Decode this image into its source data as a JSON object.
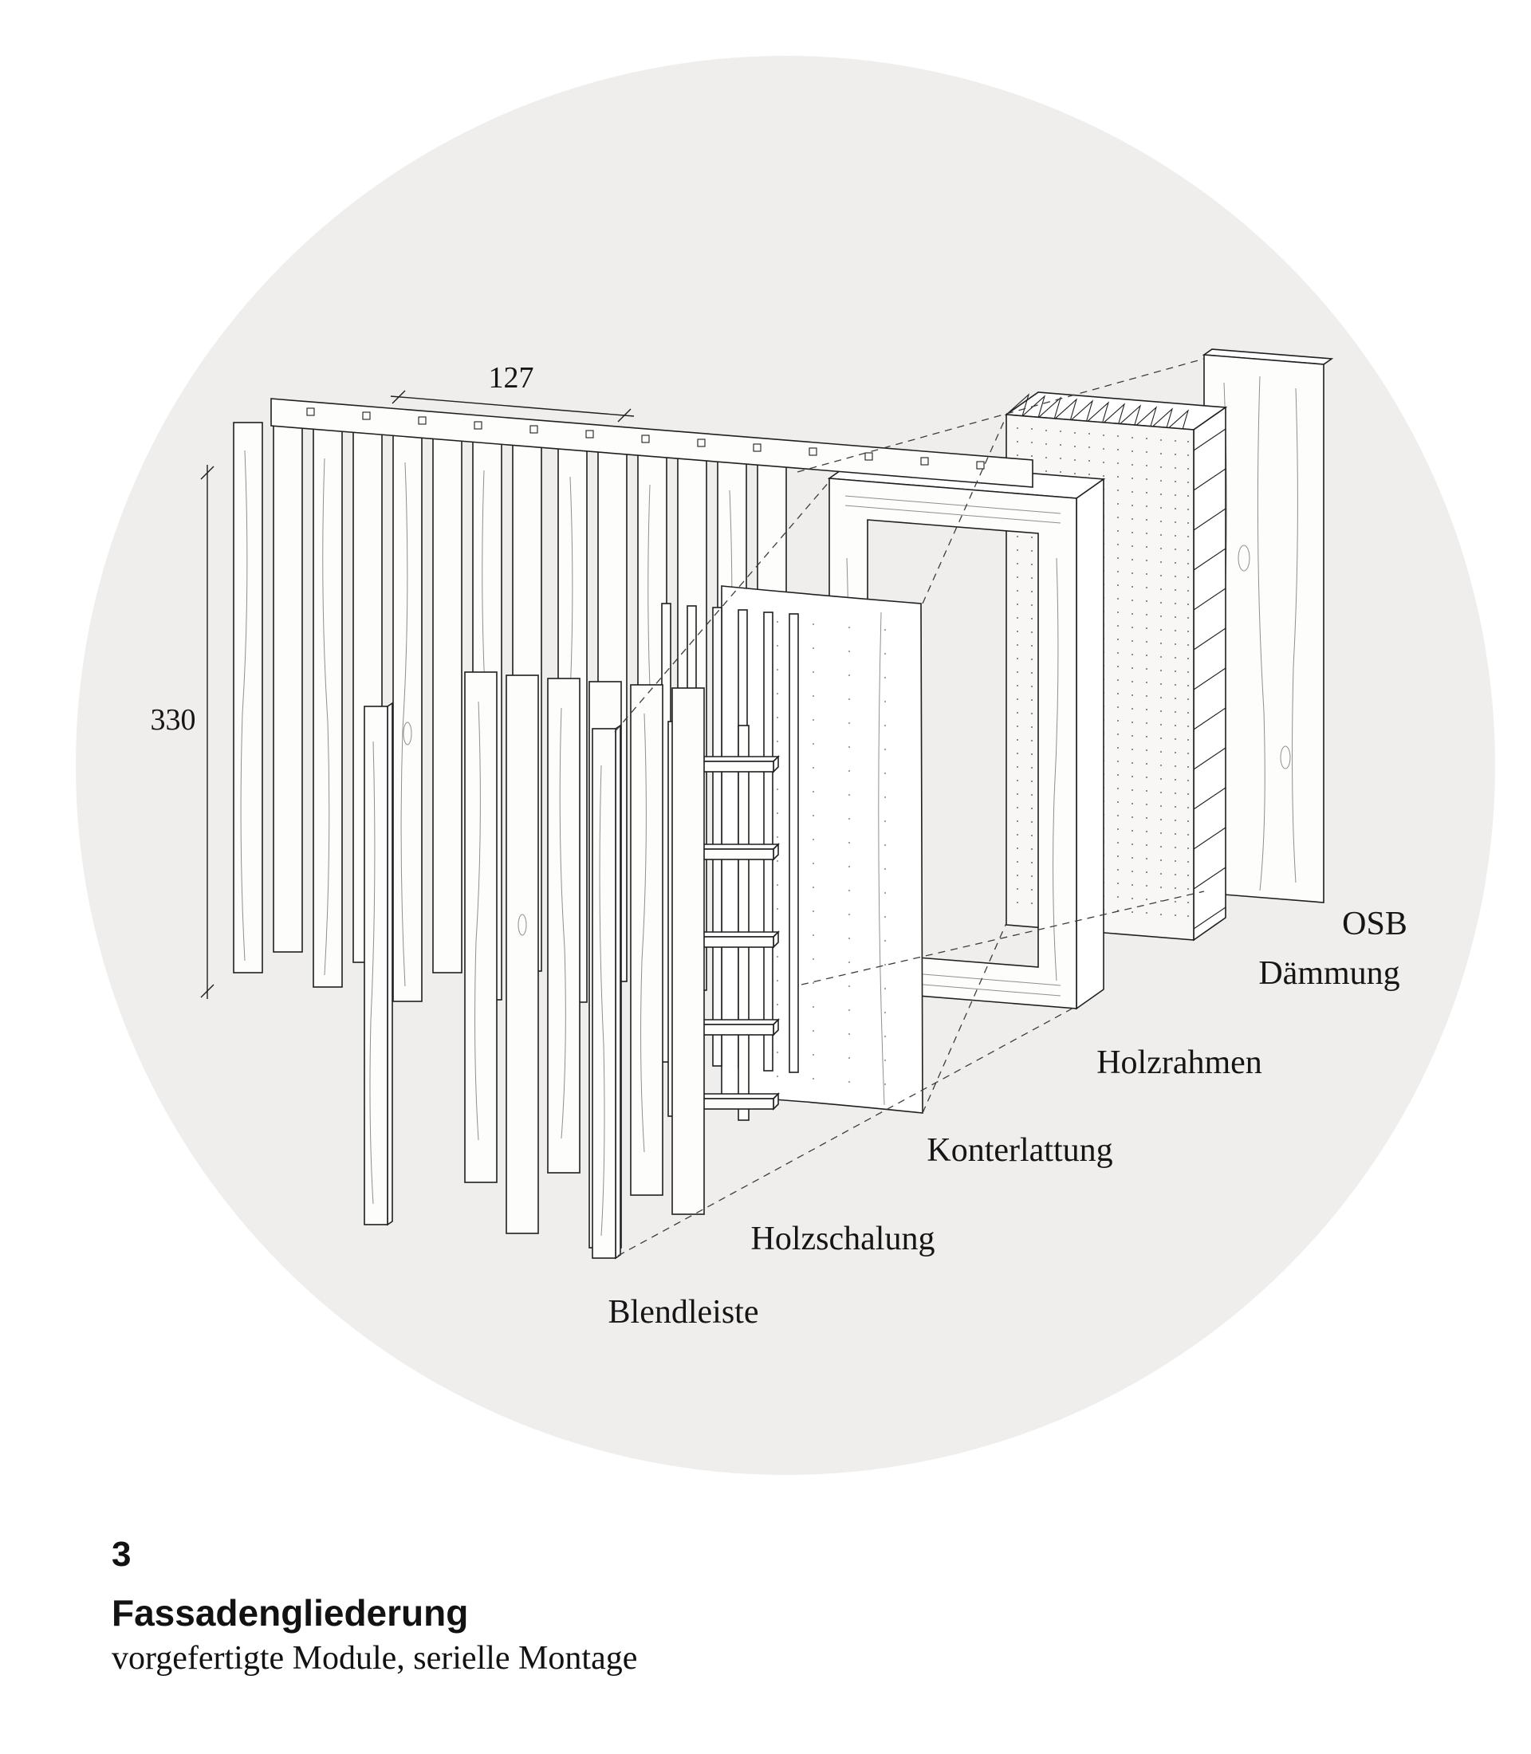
{
  "figure": {
    "number": "3",
    "title": "Fassadengliederung",
    "subtitle": "vorgefertigte Module, serielle Montage"
  },
  "diagram": {
    "type": "exploded-axonometric-facade-buildup",
    "labels": {
      "osb": "OSB",
      "daemmung": "Dämmung",
      "holzrahmen": "Holzrahmen",
      "konterlattung": "Konterlattung",
      "holzschalung": "Holzschalung",
      "blendleiste": "Blendleiste"
    },
    "dimensions": {
      "module_width": "127",
      "module_height": "330"
    },
    "colors": {
      "background_circle": "#efeeec",
      "line": "#1f1f1f",
      "paper": "#ffffff"
    }
  }
}
